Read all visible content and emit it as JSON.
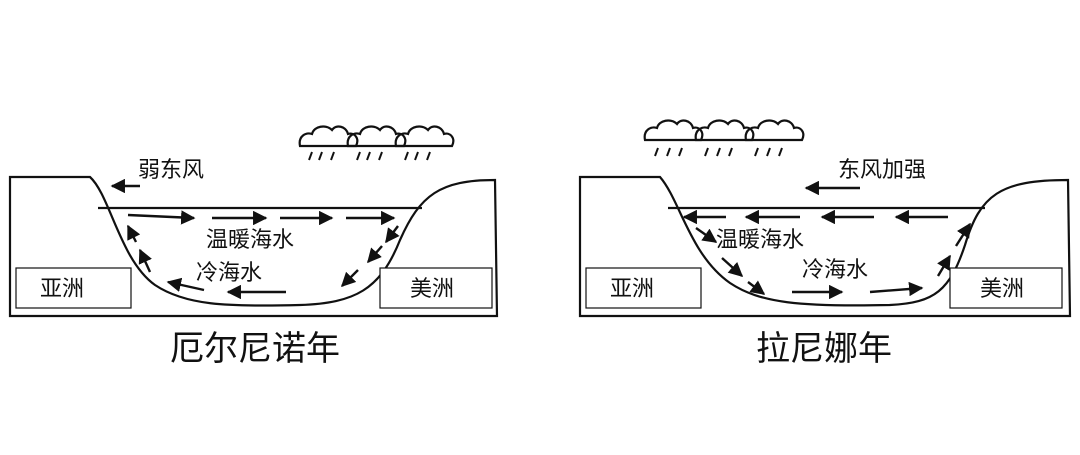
{
  "colors": {
    "ink": "#111111",
    "paper": "#ffffff"
  },
  "left_panel": {
    "wind_label": "弱东风",
    "warm_label": "温暖海水",
    "cold_label": "冷海水",
    "asia_label": "亚洲",
    "america_label": "美洲",
    "caption": "厄尔尼诺年"
  },
  "right_panel": {
    "wind_label": "东风加强",
    "warm_label": "温暖海水",
    "cold_label": "冷海水",
    "asia_label": "亚洲",
    "america_label": "美洲",
    "caption": "拉尼娜年"
  }
}
